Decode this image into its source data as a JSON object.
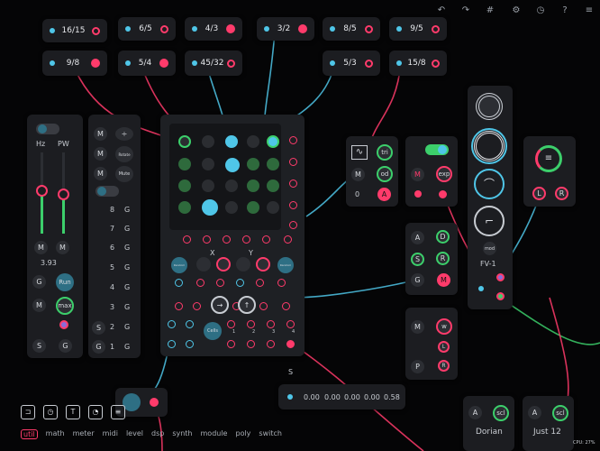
{
  "topbar": {
    "icons": [
      "undo-icon",
      "redo-icon",
      "grid-icon",
      "settings-icon",
      "timer-icon",
      "help-icon",
      "menu-icon"
    ],
    "glyphs": [
      "↶",
      "↷",
      "#",
      "⚙",
      "◷",
      "?",
      "≡"
    ]
  },
  "ratios_row1": [
    "16/15",
    "6/5",
    "4/3",
    "3/2",
    "8/5",
    "9/5"
  ],
  "ratios_row2": [
    "9/8",
    "5/4",
    "45/32",
    "5/3",
    "15/8"
  ],
  "lfo": {
    "hz": "Hz",
    "pw": "PW",
    "m": "M",
    "value": "3.93",
    "g": "G",
    "run": "Run",
    "max": "max",
    "s": "S"
  },
  "mute": {
    "divide": "÷",
    "rotate": "Rotate",
    "mute": "Mute",
    "rows": [
      "8",
      "7",
      "6",
      "5",
      "4",
      "3",
      "2",
      "1"
    ],
    "g": "G",
    "s": "S",
    "m": "M"
  },
  "seq": {
    "x": "X",
    "y": "Y",
    "random": "Random",
    "cols": [
      "1",
      "2",
      "3",
      "4"
    ],
    "cells": "Cells",
    "s": "S"
  },
  "readout": {
    "values": [
      "0.00",
      "0.00",
      "0.00",
      "0.00",
      "0.58"
    ]
  },
  "osc": {
    "tri": "tri",
    "m": "M",
    "od": "od",
    "zero": "0",
    "a": "A"
  },
  "env": {
    "m": "M",
    "exp": "exp"
  },
  "adsr": {
    "a": "A",
    "d": "D",
    "s": "S",
    "r": "R",
    "g": "G",
    "m": "M"
  },
  "vca": {
    "m": "M",
    "w": "w",
    "l": "L",
    "p": "P",
    "r": "R"
  },
  "filter": {
    "mod": "mod",
    "title": "FV-1"
  },
  "lr": {
    "l": "L",
    "r": "R"
  },
  "scales": [
    {
      "a": "A",
      "scl": "scl",
      "name": "Dorian"
    },
    {
      "a": "A",
      "scl": "scl",
      "name": "Just 12"
    }
  ],
  "tabs": [
    "util",
    "math",
    "meter",
    "midi",
    "level",
    "dsp",
    "synth",
    "module",
    "poly",
    "switch"
  ],
  "toolbar_icons": [
    "clip-icon",
    "clock-icon",
    "text-icon",
    "gauge-icon",
    "chart-icon"
  ],
  "cpu": "CPU: 27%",
  "colors": {
    "accent": "#ff3b6b",
    "blue": "#4fc6e8",
    "green": "#3ccf6b",
    "module": "#1c1d21"
  }
}
